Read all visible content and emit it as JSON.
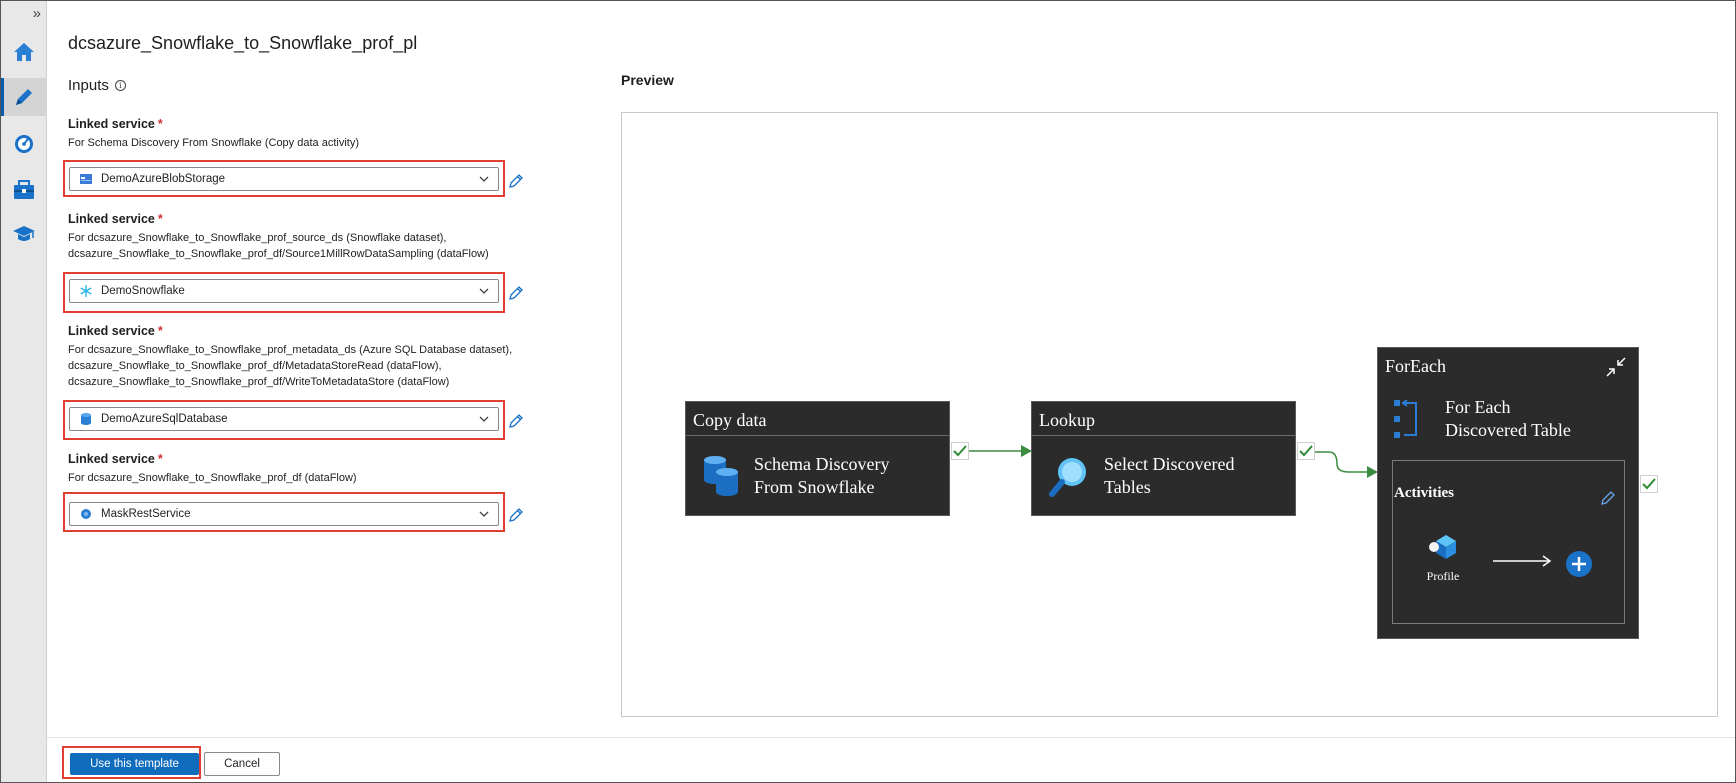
{
  "sidebar": {
    "expand_glyph": "»",
    "items": [
      {
        "name": "home-icon"
      },
      {
        "name": "pencil-author-icon"
      },
      {
        "name": "monitor-gauge-icon"
      },
      {
        "name": "toolbox-manage-icon"
      },
      {
        "name": "graduation-cap-learn-icon"
      }
    ]
  },
  "title": "dcsazure_Snowflake_to_Snowflake_prof_pl",
  "inputs": {
    "heading": "Inputs",
    "info_glyph": "i",
    "groups": [
      {
        "label": "Linked service",
        "required": "*",
        "description_lines": [
          "For Schema Discovery From Snowflake (Copy data activity)"
        ],
        "value": "DemoAzureBlobStorage",
        "icon": "blob-storage-icon"
      },
      {
        "label": "Linked service",
        "required": "*",
        "description_lines": [
          "For dcsazure_Snowflake_to_Snowflake_prof_source_ds (Snowflake dataset),",
          "dcsazure_Snowflake_to_Snowflake_prof_df/Source1MillRowDataSampling (dataFlow)"
        ],
        "value": "DemoSnowflake",
        "icon": "snowflake-icon"
      },
      {
        "label": "Linked service",
        "required": "*",
        "description_lines": [
          "For dcsazure_Snowflake_to_Snowflake_prof_metadata_ds (Azure SQL Database dataset),",
          "dcsazure_Snowflake_to_Snowflake_prof_df/MetadataStoreRead (dataFlow),",
          "dcsazure_Snowflake_to_Snowflake_prof_df/WriteToMetadataStore (dataFlow)"
        ],
        "value": "DemoAzureSqlDatabase",
        "icon": "sql-database-icon"
      },
      {
        "label": "Linked service",
        "required": "*",
        "description_lines": [
          "For dcsazure_Snowflake_to_Snowflake_prof_df (dataFlow)"
        ],
        "value": "MaskRestService",
        "icon": "rest-service-icon"
      }
    ]
  },
  "preview": {
    "heading": "Preview",
    "activities": [
      {
        "type": "Copy data",
        "name_lines": [
          "Schema Discovery",
          "From Snowflake"
        ]
      },
      {
        "type": "Lookup",
        "name_lines": [
          "Select Discovered",
          "Tables"
        ]
      }
    ],
    "foreach": {
      "type": "ForEach",
      "name_lines": [
        "For Each",
        "Discovered Table"
      ],
      "activities_label": "Activities",
      "inner_activity": "Profile"
    }
  },
  "footer": {
    "primary_label": "Use this template",
    "cancel_label": "Cancel"
  },
  "colors": {
    "highlight": "#e23d33",
    "primary": "#0f6cbd",
    "success_arrow": "#3c8c40",
    "activity_bg": "#2b2b2b"
  }
}
